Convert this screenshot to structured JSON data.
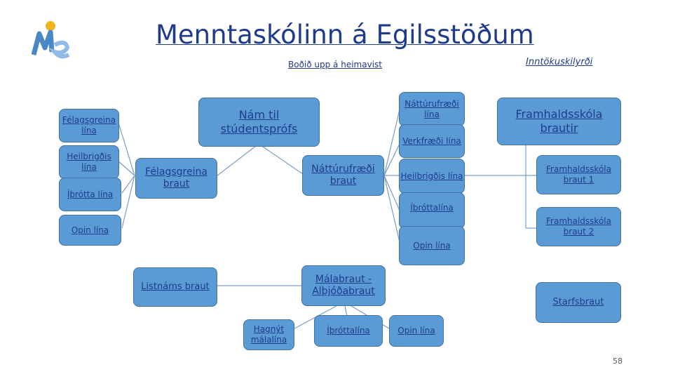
{
  "title": "Menntaskólinn á Egilsstöðum",
  "links": {
    "heimavist": "Boðið upp á heimavist",
    "inntok": "Inntökuskilyrði"
  },
  "boxes": {
    "felagsgreina_lina": "Félagsgreina lína",
    "heilbrigdis_lina_left": "Heilbrigðis lína",
    "ithrotta_lina_left": "Íþrótta lína",
    "opin_lina_left": "Opin lína",
    "nam_til_studentsprofs": "Nám til stúdentsprófs",
    "felagsgreina_braut": "Félagsgreina braut",
    "natturufraedi_braut": "Náttúrufræði braut",
    "natturufraedi_lina": "Náttúrufræði lína",
    "verkfraedi_lina": "Verkfræði lína",
    "heilbrigdis_lina_right": "Heilbrigðis lína",
    "ithrottalina_mid": "Íþróttalína",
    "opin_lina_mid": "Opin lína",
    "framhaldsskola_brautir": "Framhaldsskóla brautir",
    "framhaldsskola_braut_1": "Framhaldsskóla braut 1",
    "framhaldsskola_braut_2": "Framhaldsskóla braut 2",
    "starfsbraut": "Starfsbraut",
    "listnams_braut": "Listnáms braut",
    "malabraut": "Málabraut - Alþjóðabraut",
    "hagnyt_malalina": "Hagnýt málalína",
    "ithrottalina_bottom": "Íþróttalína",
    "opin_lina_bottom": "Opin lína"
  },
  "page_number": "58",
  "colors": {
    "box_fill": "#5b9bd5",
    "box_border": "#41719c",
    "text": "#1f3b8c",
    "connector": "#7a9cc6"
  }
}
